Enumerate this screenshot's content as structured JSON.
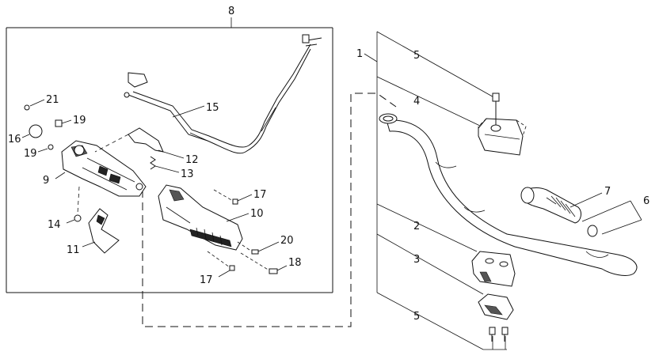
{
  "callouts": {
    "c1": "1",
    "c2": "2",
    "c3": "3",
    "c4": "4",
    "c5a": "5",
    "c5b": "5",
    "c6": "6",
    "c7": "7",
    "c8": "8",
    "c9": "9",
    "c10": "10",
    "c11": "11",
    "c12": "12",
    "c13": "13",
    "c14": "14",
    "c15": "15",
    "c16": "16",
    "c17a": "17",
    "c17b": "17",
    "c18": "18",
    "c19a": "19",
    "c19b": "19",
    "c20": "20",
    "c21": "21"
  }
}
